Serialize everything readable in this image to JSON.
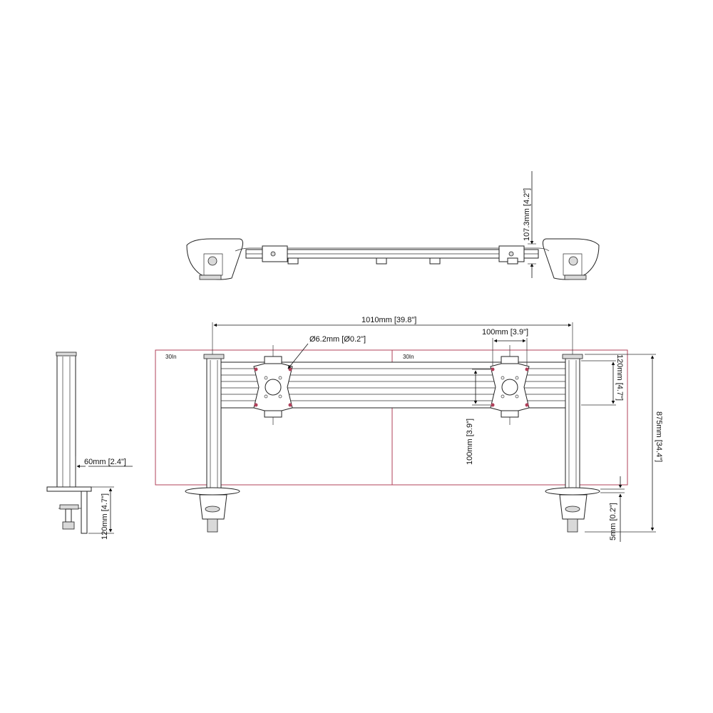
{
  "top_view": {
    "height_label": "107.3mm [4.2\"]"
  },
  "front_view": {
    "overall_width_label": "1010mm [39.8\"]",
    "hole_diameter_label": "Ø6.2mm [Ø0.2\"]",
    "vesa_width_label": "100mm [3.9\"]",
    "vesa_height_label": "100mm [3.9\"]",
    "plate_height_label": "120mm [4.7\"]",
    "overall_height_label": "875mm [34.4\"]",
    "desk_thickness_label": "5mm [0.2\"]",
    "monitor_left_label": "30In",
    "monitor_right_label": "30In"
  },
  "side_view": {
    "post_width_label": "60mm [2.4\"]",
    "clamp_height_label": "120mm [4.7\"]"
  },
  "colors": {
    "line": "#222222",
    "monitor_outline": "#b0405a"
  }
}
